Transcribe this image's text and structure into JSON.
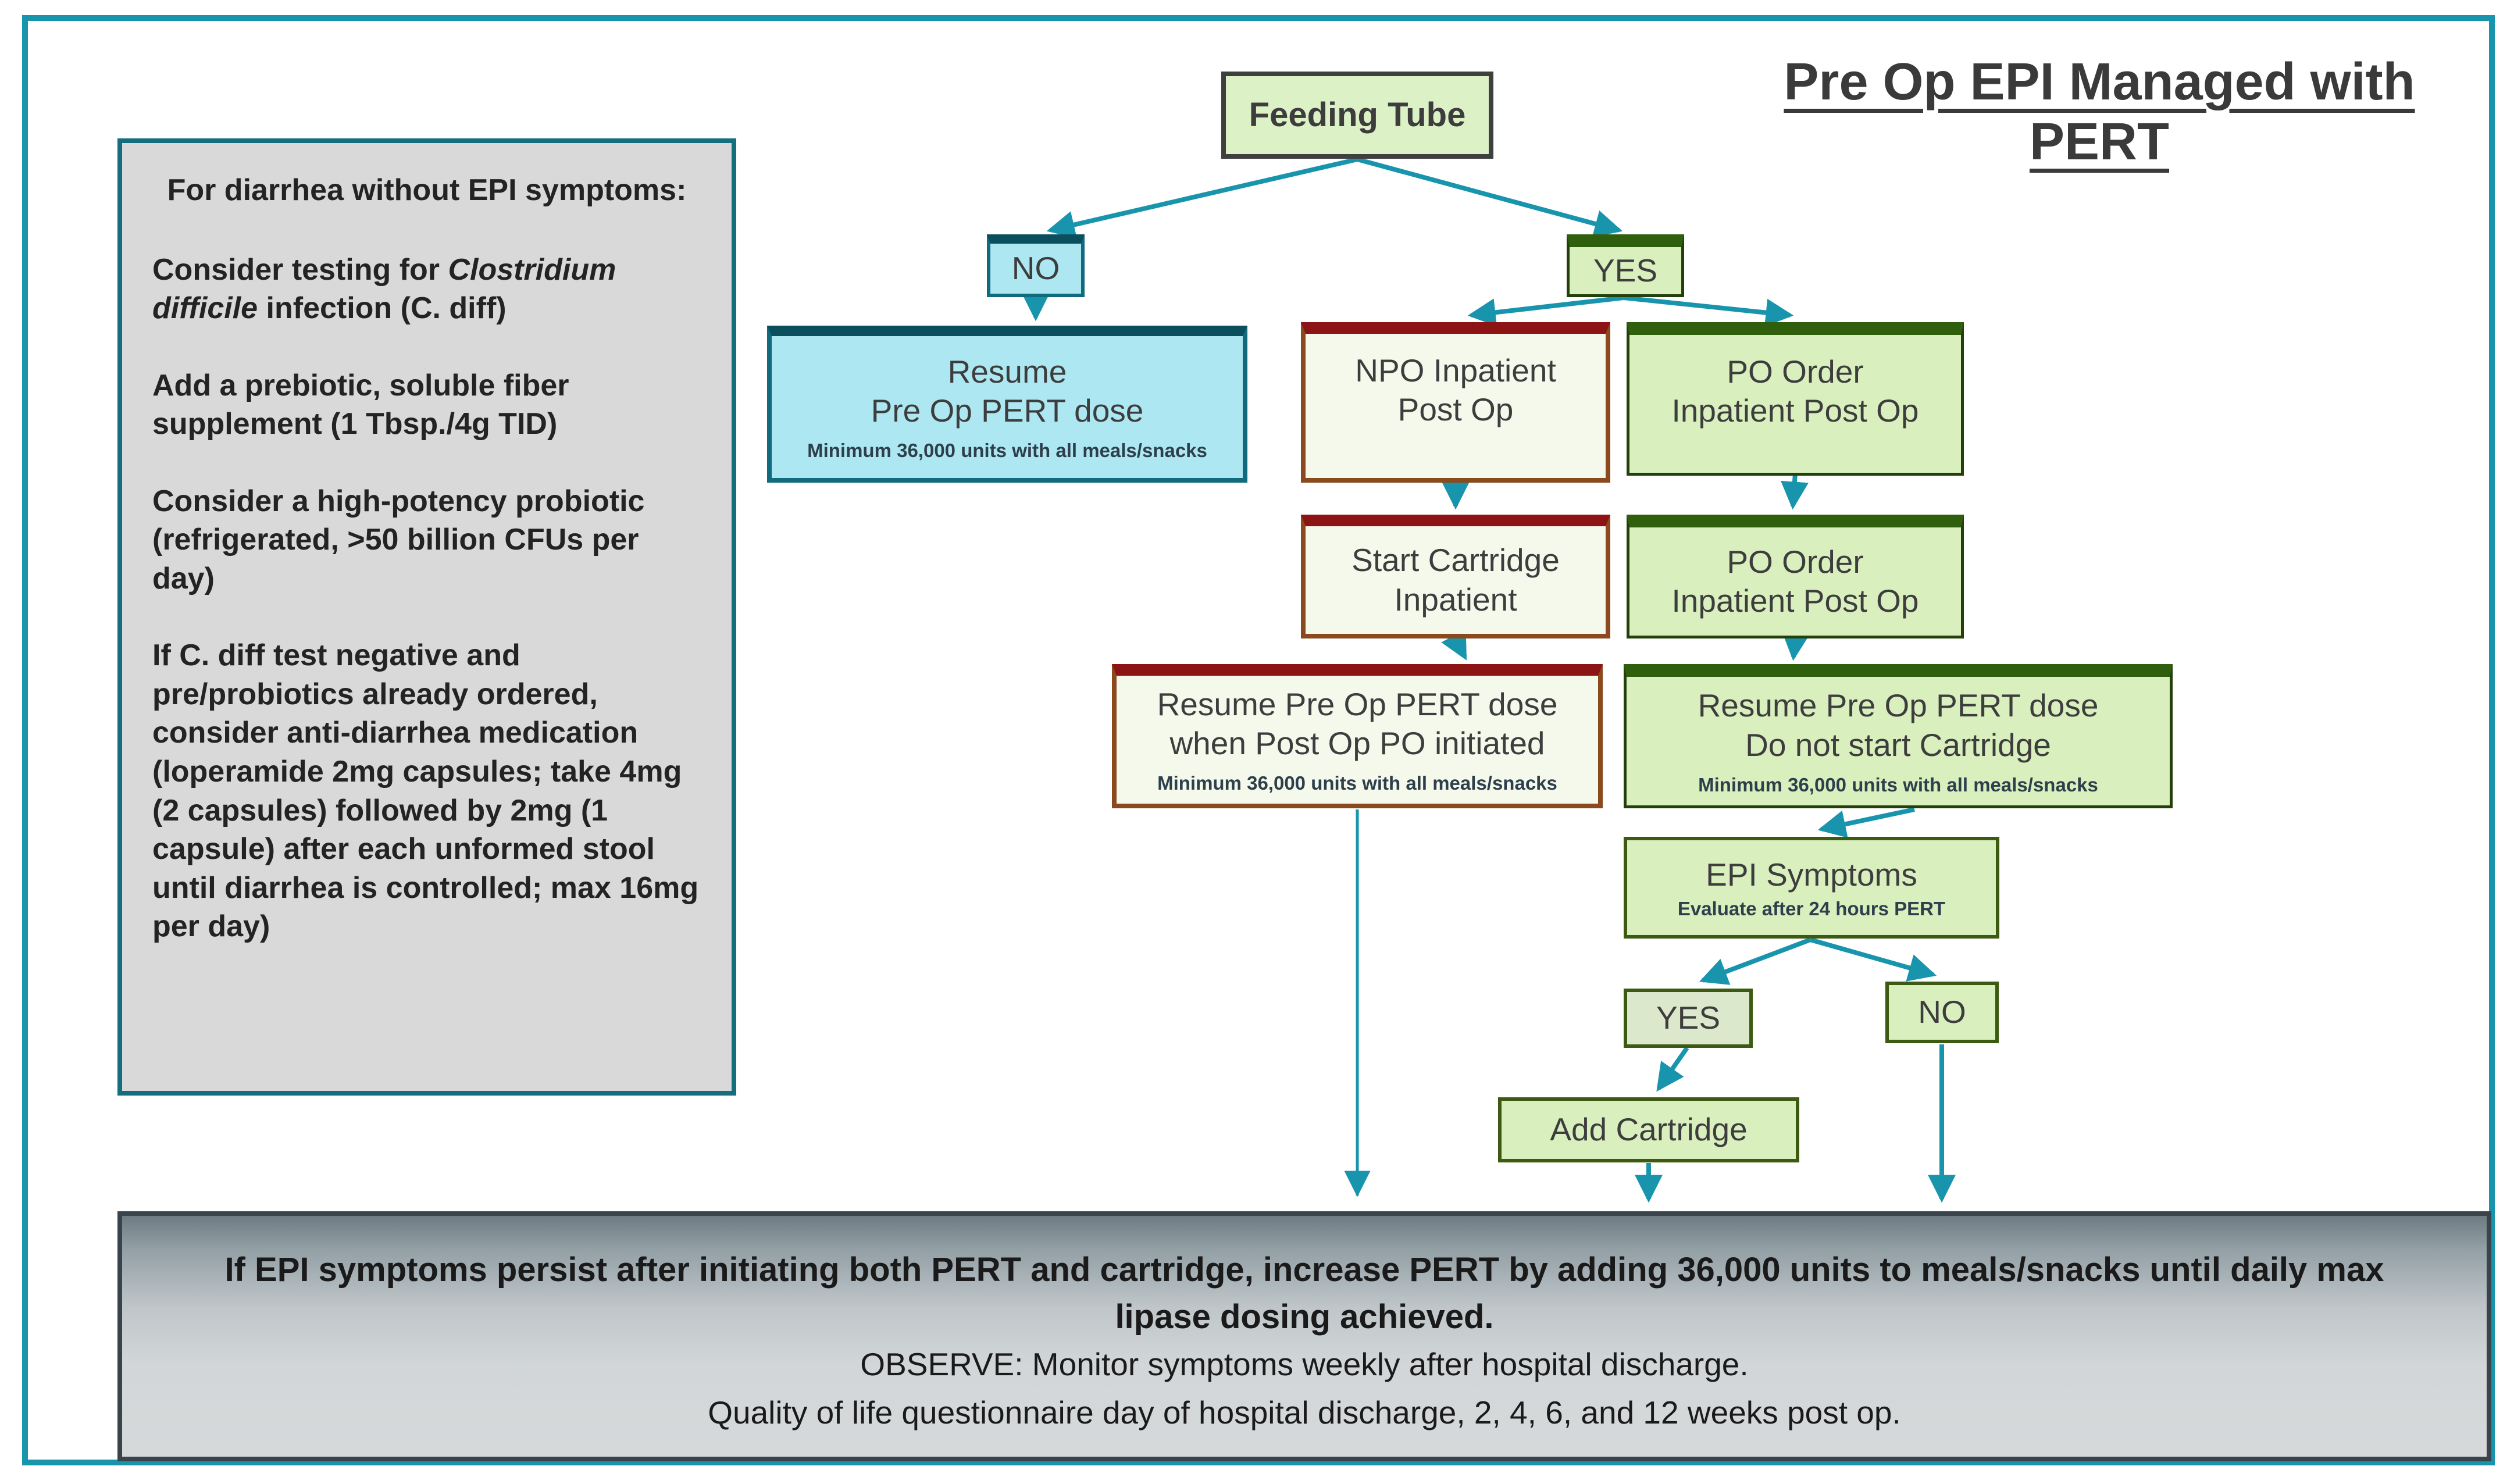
{
  "title": "Pre Op EPI Managed with PERT",
  "colors": {
    "accent": "#1895ad",
    "green-fill": "#d9efbe",
    "green-border": "#2f5e0d",
    "cyan-fill": "#ace7f2",
    "teal-border": "#0f6b7d",
    "cream-fill": "#f4f9ec",
    "brown-border": "#8a4a1d",
    "red-stripe": "#8c1414",
    "panel-gray": "#d9d9d9",
    "panel-border": "#156e7e",
    "text-dark": "#3d3d3d"
  },
  "sidebar": {
    "heading": "For diarrhea without EPI symptoms:",
    "paragraphs": [
      {
        "pre": "Consider testing for ",
        "italic": "Clostridium difficile",
        "post": " infection (C. diff)"
      },
      {
        "text": "Add a prebiotic, soluble fiber supplement (1 Tbsp./4g TID)"
      },
      {
        "text": "Consider a high-potency probiotic (refrigerated, >50 billion CFUs per day)"
      },
      {
        "text": "If C. diff test negative and pre/probiotics already ordered, consider anti-diarrhea medication (loperamide 2mg capsules; take 4mg (2 capsules) followed by 2mg (1 capsule) after each unformed stool until diarrhea is controlled; max 16mg per day)"
      }
    ]
  },
  "flow": {
    "feeding_tube": {
      "label": "Feeding Tube"
    },
    "no_top": {
      "label": "NO"
    },
    "yes_top": {
      "label": "YES"
    },
    "resume_pert": {
      "title": "Resume\nPre Op PERT dose",
      "subtitle": "Minimum 36,000 units with all meals/snacks"
    },
    "npo": {
      "label": "NPO Inpatient\nPost Op"
    },
    "po_order_1": {
      "label": "PO Order\nInpatient Post Op"
    },
    "start_cartridge": {
      "label": "Start Cartridge\nInpatient"
    },
    "po_order_2": {
      "label": "PO Order\nInpatient Post Op"
    },
    "resume_when_po": {
      "title": "Resume Pre Op PERT dose\nwhen Post Op PO initiated",
      "subtitle": "Minimum 36,000 units with all meals/snacks"
    },
    "resume_no_cartridge": {
      "title": "Resume Pre Op PERT dose\nDo not start Cartridge",
      "subtitle": "Minimum 36,000 units with all meals/snacks"
    },
    "epi_symptoms": {
      "title": "EPI Symptoms",
      "subtitle": "Evaluate after 24 hours PERT"
    },
    "yes_bottom": {
      "label": "YES"
    },
    "no_bottom": {
      "label": "NO"
    },
    "add_cartridge": {
      "label": "Add Cartridge"
    }
  },
  "footer": {
    "line1": "If EPI symptoms persist after initiating both PERT and cartridge, increase PERT by adding 36,000 units to meals/snacks until daily max lipase dosing achieved.",
    "line2": "OBSERVE: Monitor symptoms weekly after hospital discharge.",
    "line3": "Quality of life questionnaire day of hospital discharge, 2, 4, 6, and 12 weeks post op."
  }
}
